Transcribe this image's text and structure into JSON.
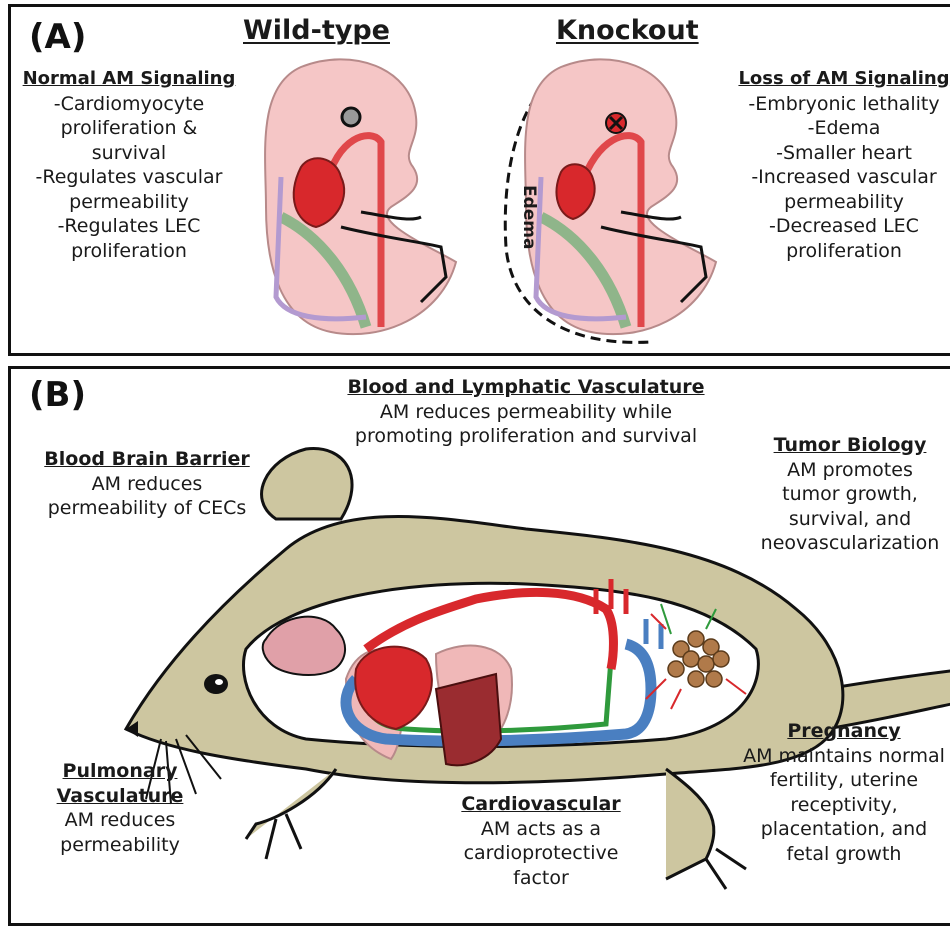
{
  "panel_a": {
    "letter": "(A)",
    "wild_type_title": "Wild-type",
    "knockout_title": "Knockout",
    "edema_label": "Edema",
    "left_text": {
      "heading": "Normal AM Signaling",
      "lines": [
        "-Cardiomyocyte",
        "proliferation &",
        "survival",
        "-Regulates vascular",
        "permeability",
        "-Regulates LEC",
        "proliferation"
      ]
    },
    "right_text": {
      "heading": "Loss of AM Signaling",
      "lines": [
        "-Embryonic lethality",
        "-Edema",
        "-Smaller heart",
        "-Increased vascular",
        "permeability",
        "-Decreased LEC",
        "proliferation"
      ]
    }
  },
  "panel_b": {
    "letter": "(B)",
    "blood_lymph": {
      "heading": "Blood and Lymphatic Vasculature",
      "lines": [
        "AM reduces permeability while",
        "promoting proliferation and survival"
      ]
    },
    "bbb": {
      "heading": "Blood Brain Barrier",
      "lines": [
        "AM reduces",
        "permeability of CECs"
      ]
    },
    "tumor": {
      "heading": "Tumor  Biology",
      "lines": [
        "AM promotes",
        "tumor growth,",
        "survival, and",
        "neovascularization"
      ]
    },
    "pulmonary": {
      "heading_lines": [
        "Pulmonary",
        "Vasculature"
      ],
      "lines": [
        "AM reduces",
        "permeability"
      ]
    },
    "cardio": {
      "heading": "Cardiovascular",
      "lines": [
        "AM acts as a",
        "cardioprotective",
        "factor"
      ]
    },
    "pregnancy": {
      "heading": "Pregnancy",
      "lines": [
        "AM maintains normal",
        "fertility, uterine",
        "receptivity,",
        "placentation, and",
        "fetal growth"
      ]
    }
  },
  "colors": {
    "embryo_pink": "#f5c6c6",
    "heart_red": "#d8282c",
    "mouse_tan": "#cdc6a0",
    "vessel_blue": "#4a7fc1",
    "lymph_green": "#2f9a3c",
    "lung_pink": "#f0b8b8",
    "liver_red": "#9a2c30",
    "tumor_brown": "#b07a4a"
  }
}
